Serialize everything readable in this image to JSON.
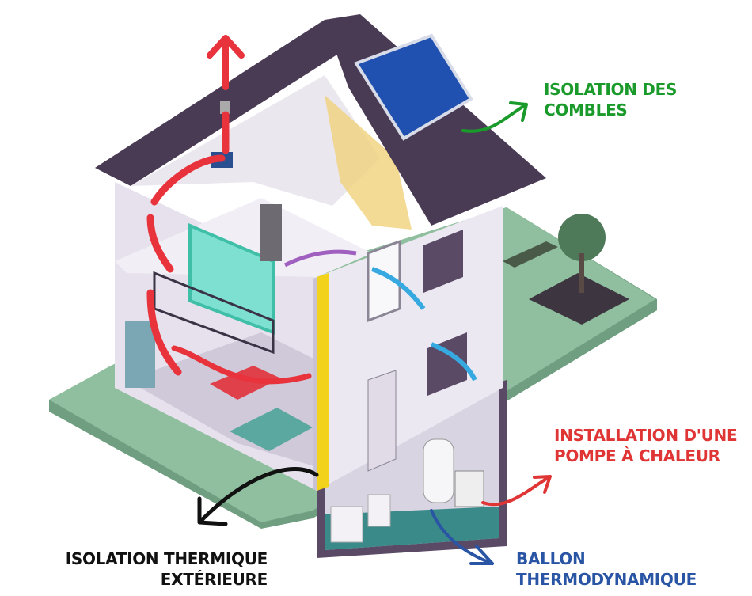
{
  "labels": {
    "combles": {
      "line1": "ISOLATION DES",
      "line2": "COMBLES",
      "color": "#1a9a2a"
    },
    "pac": {
      "line1": "INSTALLATION D'UNE",
      "line2": "POMPE À CHALEUR",
      "color": "#e03535"
    },
    "ballon": {
      "line1": "BALLON",
      "line2": "THERMODYNAMIQUE",
      "color": "#2a55a5"
    },
    "ite": {
      "line1": "ISOLATION THERMIQUE",
      "line2": "EXTÉRIEURE",
      "color": "#111111"
    }
  },
  "colors": {
    "roof": "#4a3b55",
    "wall": "#e8e4ee",
    "wall_shade": "#c9c2d3",
    "ground": "#6f9f80",
    "solar": "#2050b0",
    "warm_air": "#e8323c",
    "cool_air": "#36a9e1",
    "insulation": "#f2d21b"
  }
}
